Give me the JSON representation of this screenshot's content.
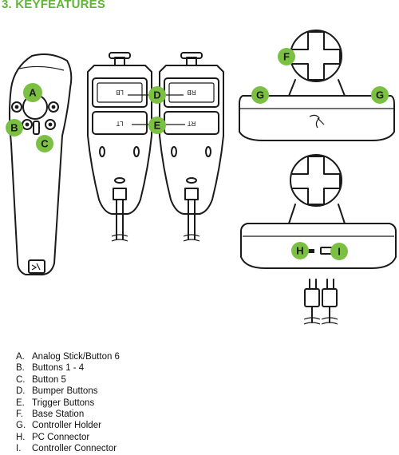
{
  "section": {
    "heading": "3. KEYFEATURES"
  },
  "callouts": [
    {
      "key": "A"
    },
    {
      "key": "B"
    },
    {
      "key": "C"
    },
    {
      "key": "D"
    },
    {
      "key": "E"
    },
    {
      "key": "F"
    },
    {
      "key": "G"
    },
    {
      "key": "G"
    },
    {
      "key": "H"
    },
    {
      "key": "I"
    }
  ],
  "features": [
    {
      "key": "A.",
      "label": "Analog Stick/Button 6"
    },
    {
      "key": "B.",
      "label": "Buttons 1 - 4"
    },
    {
      "key": "C.",
      "label": "Button 5"
    },
    {
      "key": "D.",
      "label": "Bumper Buttons"
    },
    {
      "key": "E.",
      "label": "Trigger Buttons"
    },
    {
      "key": "F.",
      "label": "Base Station"
    },
    {
      "key": "G.",
      "label": "Controller Holder"
    },
    {
      "key": "H.",
      "label": "PC Connector"
    },
    {
      "key": "I.",
      "label": "Controller Connector"
    }
  ],
  "colors": {
    "accent": "#7cc043",
    "heading": "#62b33b",
    "ink": "#1a1a1a"
  }
}
